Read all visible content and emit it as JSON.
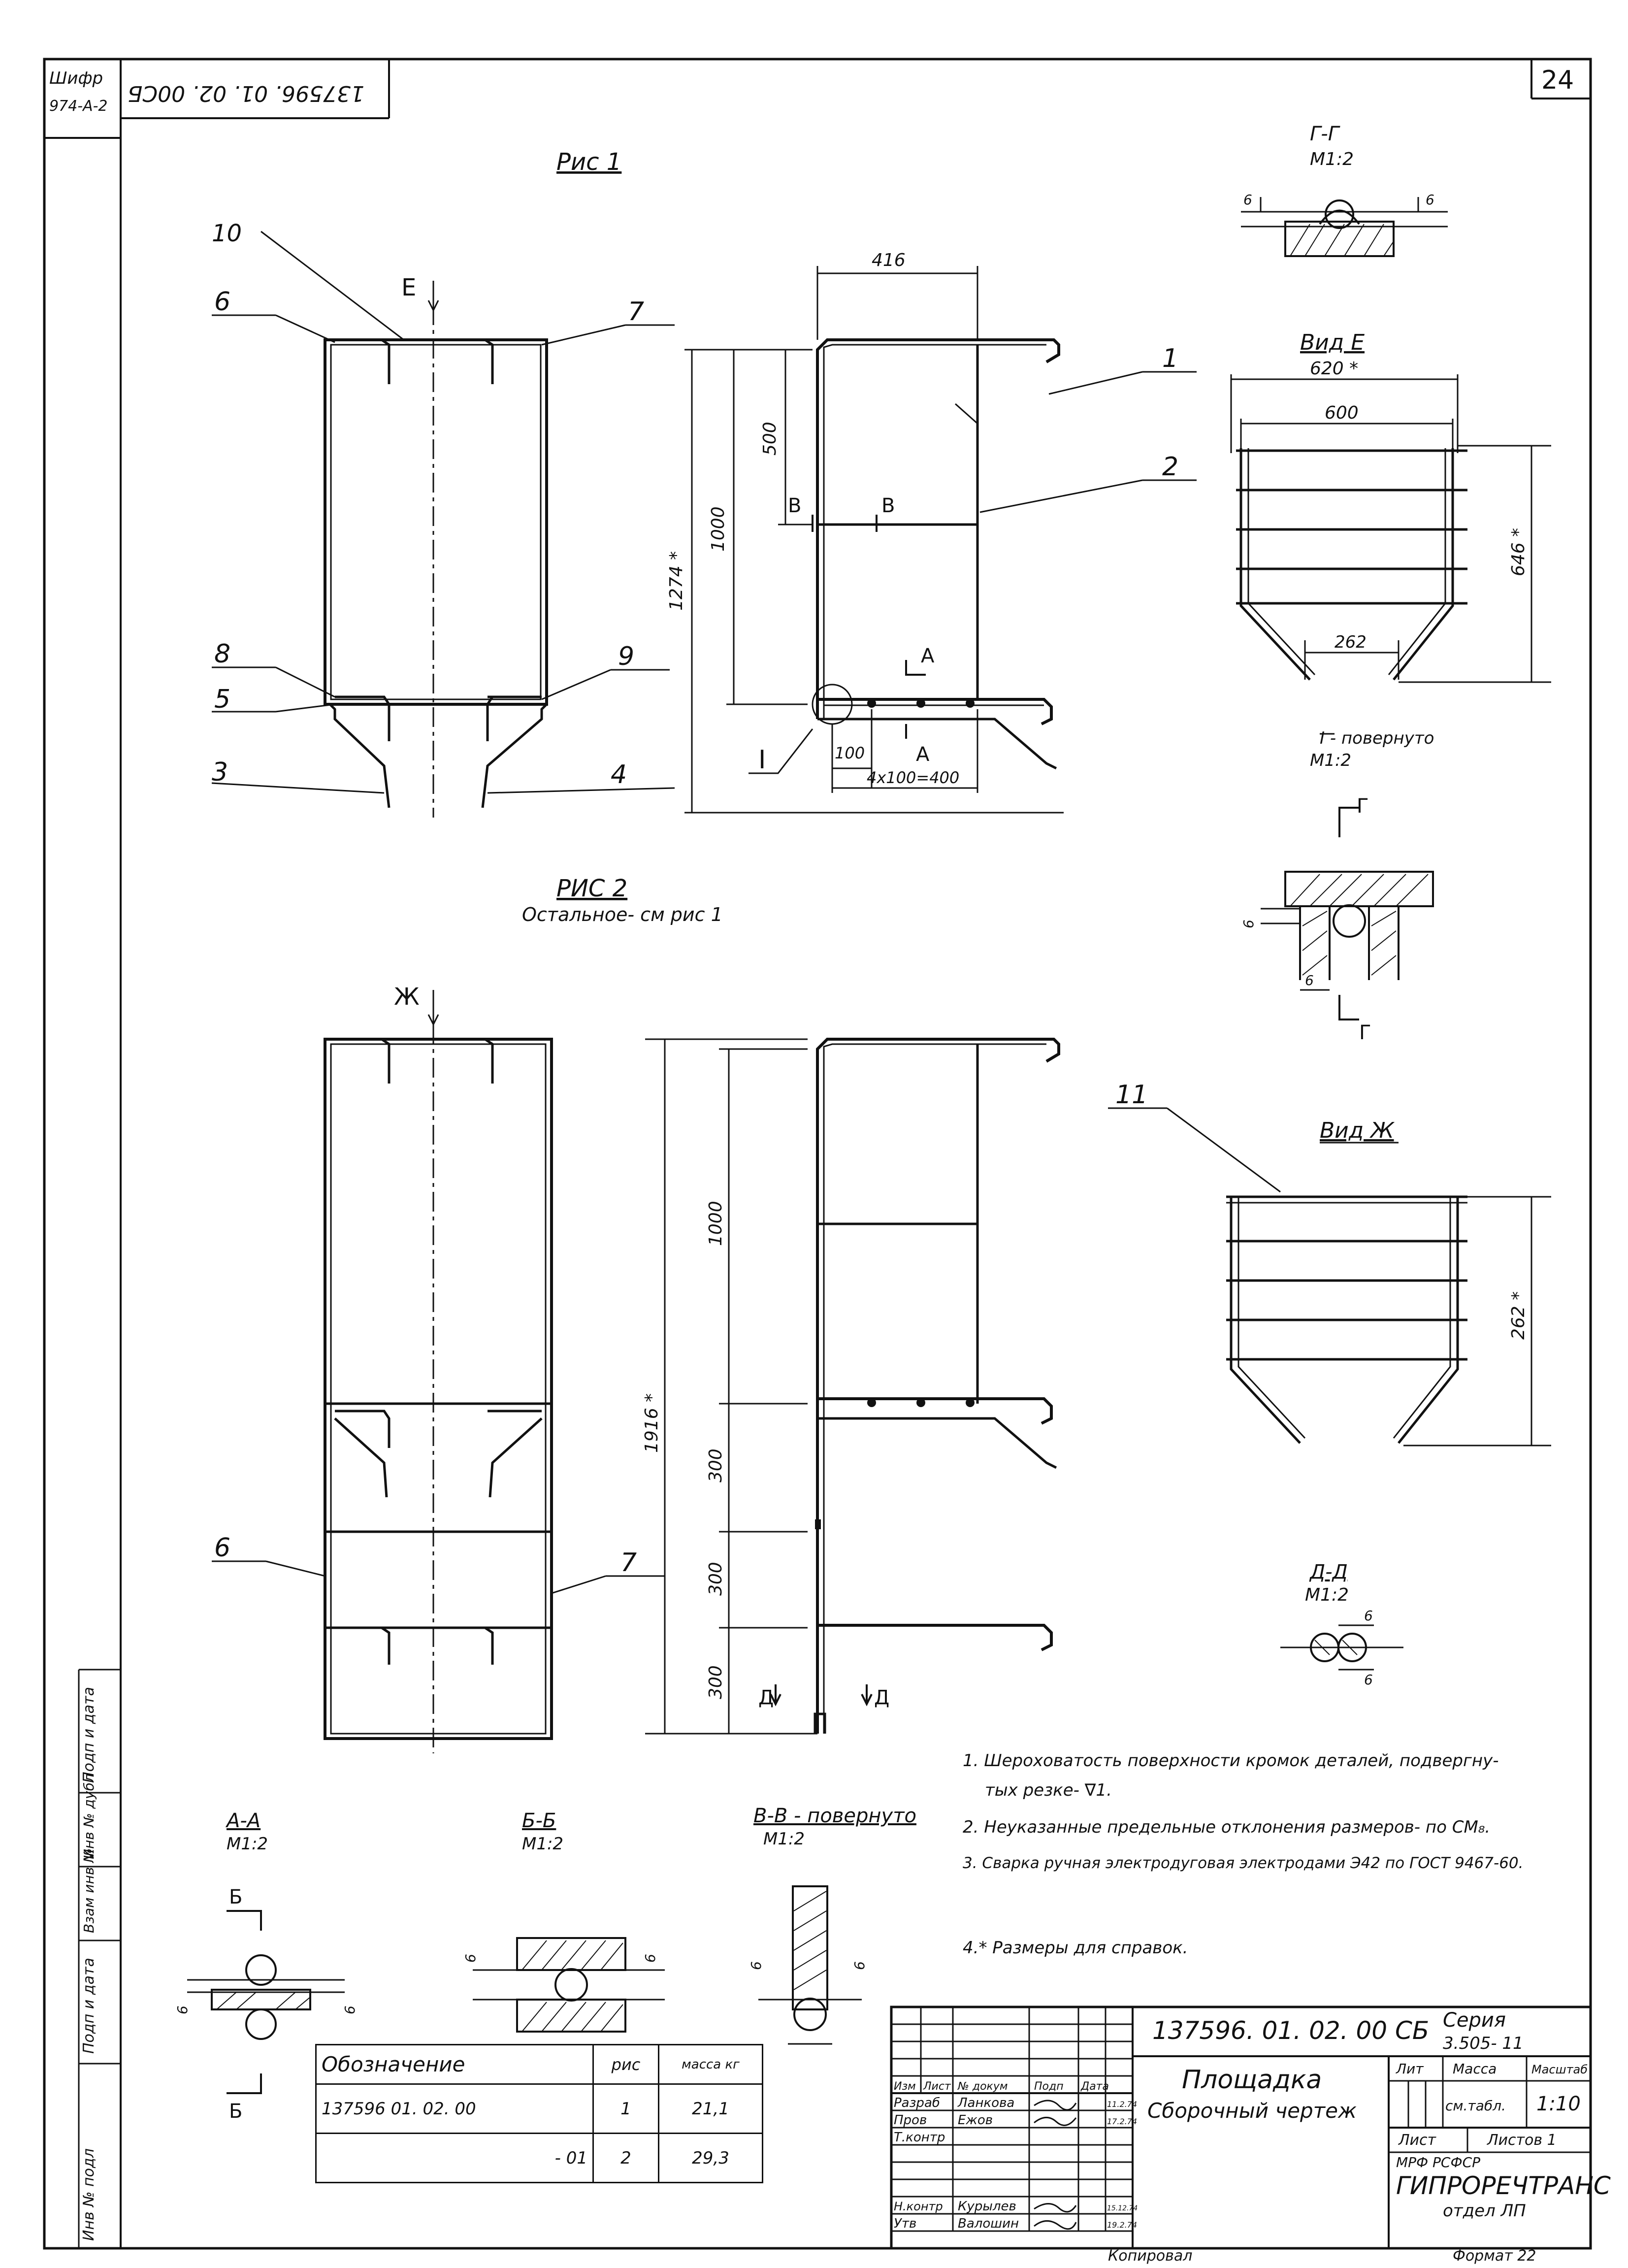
{
  "sheet": {
    "number": "24",
    "cipher_label": "Шифр",
    "cipher_value": "974-А-2",
    "code_upside_down": "137596. 01. 02. 00СБ"
  },
  "margin_labels": [
    "Инв № подл",
    "Подп и дата",
    "Взам инв №",
    "Инв № дубл",
    "Подп и дата"
  ],
  "figures": {
    "fig1_title": "Рис 1",
    "fig2_title": "РИС 2",
    "fig2_subtitle": "Остальное- см рис 1"
  },
  "callouts": {
    "c1": "1",
    "c2": "2",
    "c3": "3",
    "c4": "4",
    "c5": "5",
    "c6": "6",
    "c7": "7",
    "c8": "8",
    "c9": "9",
    "c10": "10",
    "c11": "11",
    "c6b": "6",
    "c7b": "7"
  },
  "view_marks": {
    "E": "Е",
    "ZH": "Ж",
    "A1": "А",
    "A2": "А",
    "B1": "В",
    "B2": "В",
    "G1": "Г",
    "G2": "Г",
    "D1": "Д",
    "D2": "Д",
    "I": "I",
    "B_top": "Б",
    "B_bottom": "Б"
  },
  "dimensions": {
    "d416": "416",
    "d500": "500",
    "d1000": "1000",
    "d1274": "1274 *",
    "d100": "100",
    "d4x100": "4х100=400",
    "d620": "620 *",
    "d600": "600",
    "d646": "646 *",
    "d262": "262",
    "d1000b": "1000",
    "d1916": "1916 *",
    "d300a": "300",
    "d300b": "300",
    "d300c": "300",
    "d262b": "262 *",
    "weld6_a": "6",
    "weld6_b": "6"
  },
  "views": {
    "gg_title": "Г-Г",
    "gg_scale": "М1:2",
    "vid_e": "Вид Е",
    "i_title": "I - повернуто",
    "i_scale": "М1:2",
    "vid_zh": "Вид Ж",
    "dd_title": "Д-Д",
    "dd_scale": "М1:2",
    "aa_title": "А-А",
    "aa_scale": "М1:2",
    "bb_title": "Б-Б",
    "bb_scale": "М1:2",
    "vv_title": "В-В - повернуто",
    "vv_scale": "М1:2"
  },
  "notes": [
    "1. Шероховатость поверхности кромок деталей, подвергну-",
    "тых резке- ∇1.",
    "2. Неуказанные предельные отклонения размеров- по СМ₈.",
    "3. Сварка ручная электродуговая электродами Э42 по ГОСТ 9467-60.",
    "4.* Размеры для справок."
  ],
  "parts_table": {
    "headers": [
      "Обозначение",
      "рис",
      "масса кг"
    ],
    "rows": [
      [
        "137596 01. 02. 00",
        "1",
        "21,1"
      ],
      [
        "- 01",
        "2",
        "29,3"
      ]
    ]
  },
  "title_block": {
    "code": "137596. 01. 02. 00 СБ",
    "series_label": "Серия",
    "series_value": "3.505- 11",
    "name": "Площадка",
    "doc_type": "Сборочный чертеж",
    "col_lit": "Лит",
    "col_mass": "Масса",
    "col_scale": "Масштаб",
    "mass_value": "см.табл.",
    "scale_value": "1:10",
    "sheet_label": "Лист",
    "sheets_label": "Листов 1",
    "org_top": "МРФ РСФСР",
    "org_name": "ГИПРОРЕЧТРАНС",
    "org_dept": "отдел ЛП",
    "roles": [
      [
        "Изм",
        "Лист",
        "№ докум",
        "Подп",
        "Дата"
      ],
      [
        "Разраб",
        "Ланкова",
        "",
        "11.2.74"
      ],
      [
        "Пров",
        "Ежов",
        "",
        "17.2.74"
      ],
      [
        "Т.контр",
        "",
        "",
        ""
      ],
      [
        "Н.контр",
        "Курылев",
        "",
        "15.12.74"
      ],
      [
        "Утв",
        "Валошин",
        "",
        "19.2.74"
      ]
    ],
    "copied": "Копировал",
    "format": "Формат 22"
  }
}
